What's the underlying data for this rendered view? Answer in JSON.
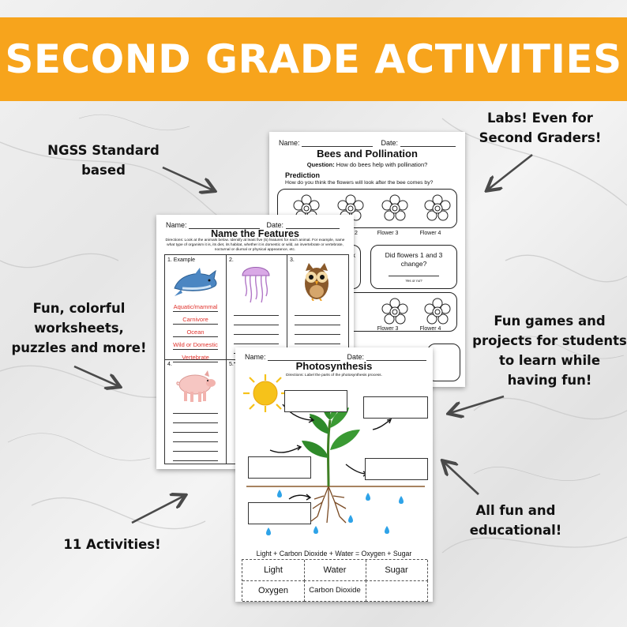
{
  "banner": {
    "title": "SECOND GRADE ACTIVITIES",
    "color": "#f7a41c"
  },
  "callouts": {
    "ngss": "NGSS Standard based",
    "labs": "Labs! Even for Second Graders!",
    "worksheets": "Fun, colorful worksheets, puzzles and more!",
    "games": "Fun games and projects for students to learn while having fun!",
    "activities": "11 Activities!",
    "educational": "All fun and educational!"
  },
  "bees_sheet": {
    "name_label": "Name:",
    "date_label": "Date:",
    "title": "Bees and Pollination",
    "question_label": "Question:",
    "question": "How do bees help with pollination?",
    "prediction_label": "Prediction",
    "prediction_prompt": "How do you think the flowers will look after the bee comes by?",
    "flower_labels_top": [
      "2",
      "Flower 3",
      "Flower 4"
    ],
    "check_fragment": "ck",
    "change_question": "Did flowers 1 and 3 change?",
    "yes_no": "Yes or no?",
    "flower_labels_bottom": [
      "Flower 3",
      "Flower 4"
    ]
  },
  "features_sheet": {
    "name_label": "Name:",
    "date_label": "Date:",
    "title": "Name the Features",
    "directions": "Directions: Look at the animals below. Identify at least five (5) features for each animal. For example, name what type of organism it is, its diet, its habitat, whether it is domestic or wild, an invertebrate or vertebrate, nocturnal or diurnal or physical appearance, etc.",
    "cells": [
      "1. Example",
      "2.",
      "3.",
      "4.",
      "5."
    ],
    "example_features": [
      "Aquatic/mammal",
      "Carnivore",
      "Ocean",
      "Wild or Domestic",
      "Vertebrate"
    ],
    "animals": [
      "dolphin-icon",
      "jellyfish-icon",
      "owl-icon",
      "pig-icon"
    ]
  },
  "photo_sheet": {
    "name_label": "Name:",
    "date_label": "Date:",
    "title": "Photosynthesis",
    "directions": "Directions: Label the parts of the photosynthesis process.",
    "equation": "Light + Carbon Dioxide + Water = Oxygen + Sugar",
    "word_bank": [
      "Light",
      "Water",
      "Sugar",
      "Oxygen",
      "Carbon Dioxide",
      ""
    ]
  },
  "colors": {
    "sun": "#f6c21a",
    "leaf": "#2f8a2a",
    "water": "#2ea3e8",
    "root": "#7a4a23"
  }
}
